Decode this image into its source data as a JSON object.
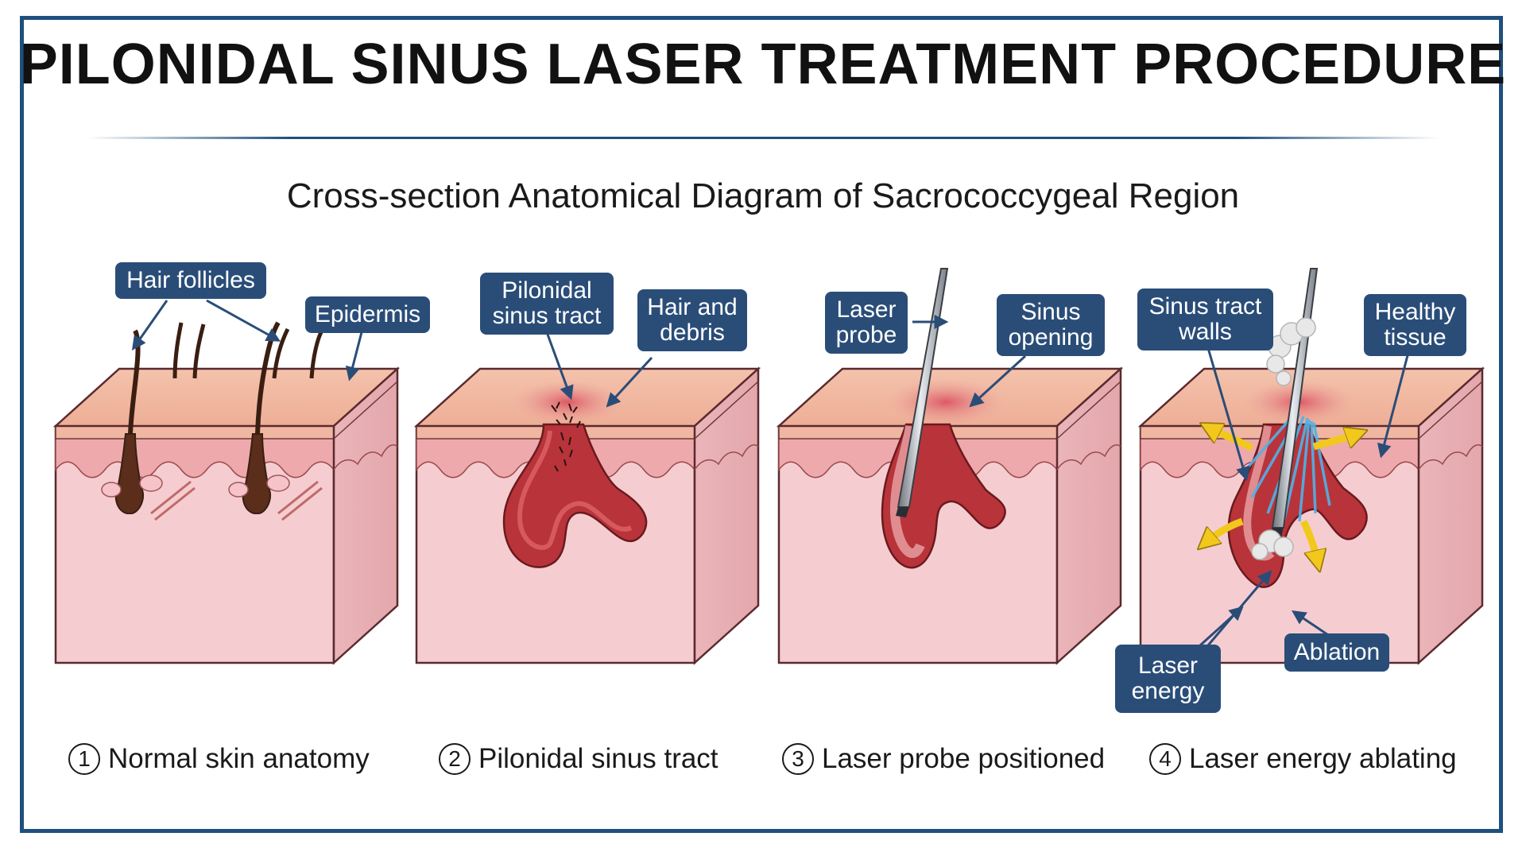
{
  "title": "PILONIDAL SINUS LASER TREATMENT PROCEDURE",
  "subtitle": "Cross-section Anatomical Diagram of Sacrococcygeal Region",
  "callouts": {
    "hair_follicles": "Hair follicles",
    "epidermis": "Epidermis",
    "pilonidal_sinus_tract": "Pilonidal\nsinus tract",
    "hair_and_debris": "Hair and\ndebris",
    "laser_probe": "Laser\nprobe",
    "sinus_opening": "Sinus\nopening",
    "sinus_tract_walls": "Sinus tract\nwalls",
    "healthy_tissue": "Healthy\ntissue",
    "laser_energy": "Laser\nenergy",
    "ablation": "Ablation"
  },
  "steps": [
    {
      "number": "1",
      "label": "Normal skin anatomy"
    },
    {
      "number": "2",
      "label": "Pilonidal sinus tract"
    },
    {
      "number": "3",
      "label": "Laser probe positioned"
    },
    {
      "number": "4",
      "label": "Laser energy ablating"
    }
  ],
  "colors": {
    "frame": "#1f4f7d",
    "callout_bg": "#2a4d78",
    "skin_top": "#f2b9a3",
    "dermis": "#f3c3c6",
    "tissue": "#f7d1d4",
    "tract": "#b8343a",
    "laser_beam": "#4fb3e8",
    "arrow_energy": "#f2c81c"
  }
}
